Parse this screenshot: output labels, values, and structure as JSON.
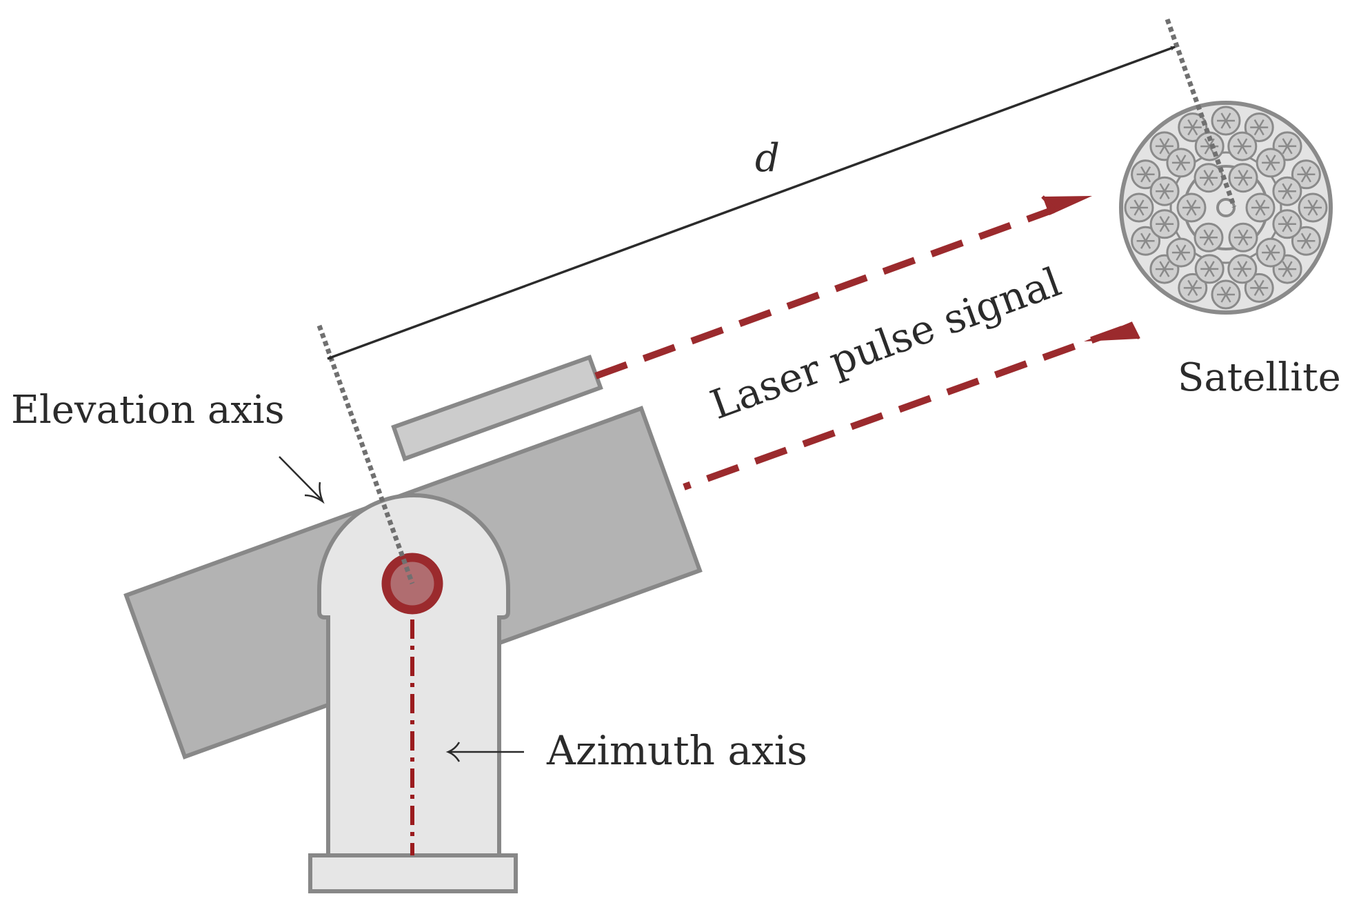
{
  "labels": {
    "distance": "d",
    "laser": "Laser pulse signal",
    "satellite": "Satellite",
    "elevation": "Elevation axis",
    "azimuth": "Azimuth axis"
  },
  "colors": {
    "outline": "#888888",
    "mount": "#e6e6e6",
    "tube": "#b3b3b3",
    "finder": "#cccccc",
    "laser": "#9b2a2d",
    "axis_red": "#9b1c1f",
    "text": "#2b2b2b",
    "satellite_fill": "#e3e3e3"
  }
}
